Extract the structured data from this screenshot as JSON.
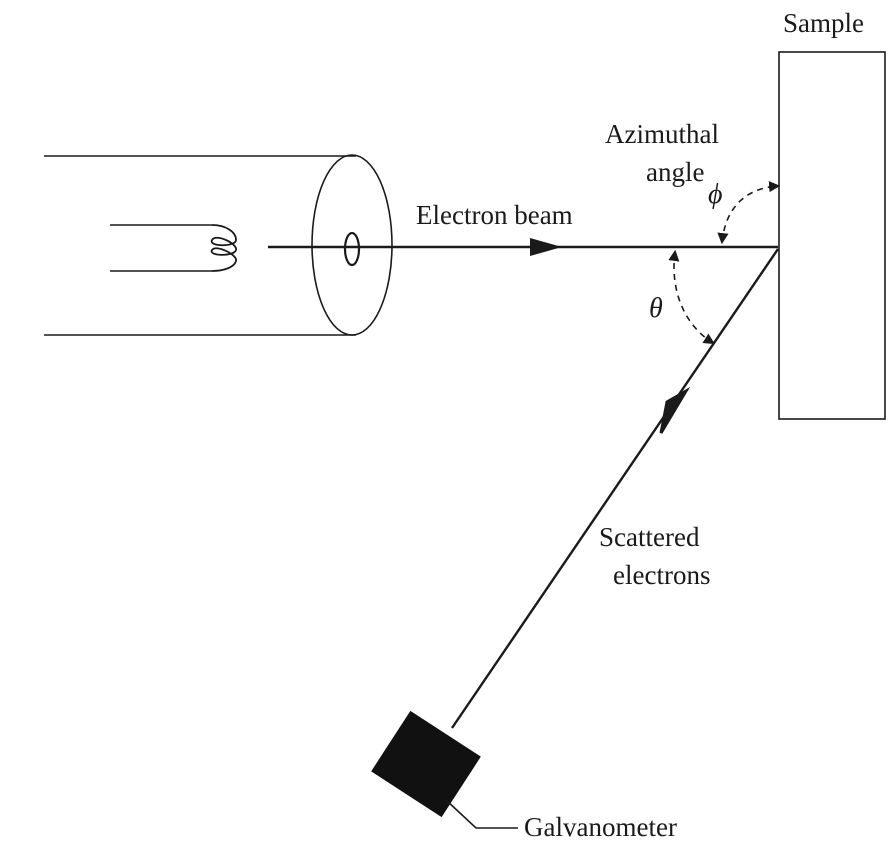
{
  "labels": {
    "sample": "Sample",
    "azimuthal_line1": "Azimuthal",
    "azimuthal_line2": "angle",
    "phi": "ϕ",
    "theta": "θ",
    "electron_beam": "Electron beam",
    "scattered_line1": "Scattered",
    "scattered_line2": "electrons",
    "galvanometer": "Galvanometer"
  },
  "colors": {
    "ink": "#1a1a1a",
    "background": "#ffffff"
  }
}
